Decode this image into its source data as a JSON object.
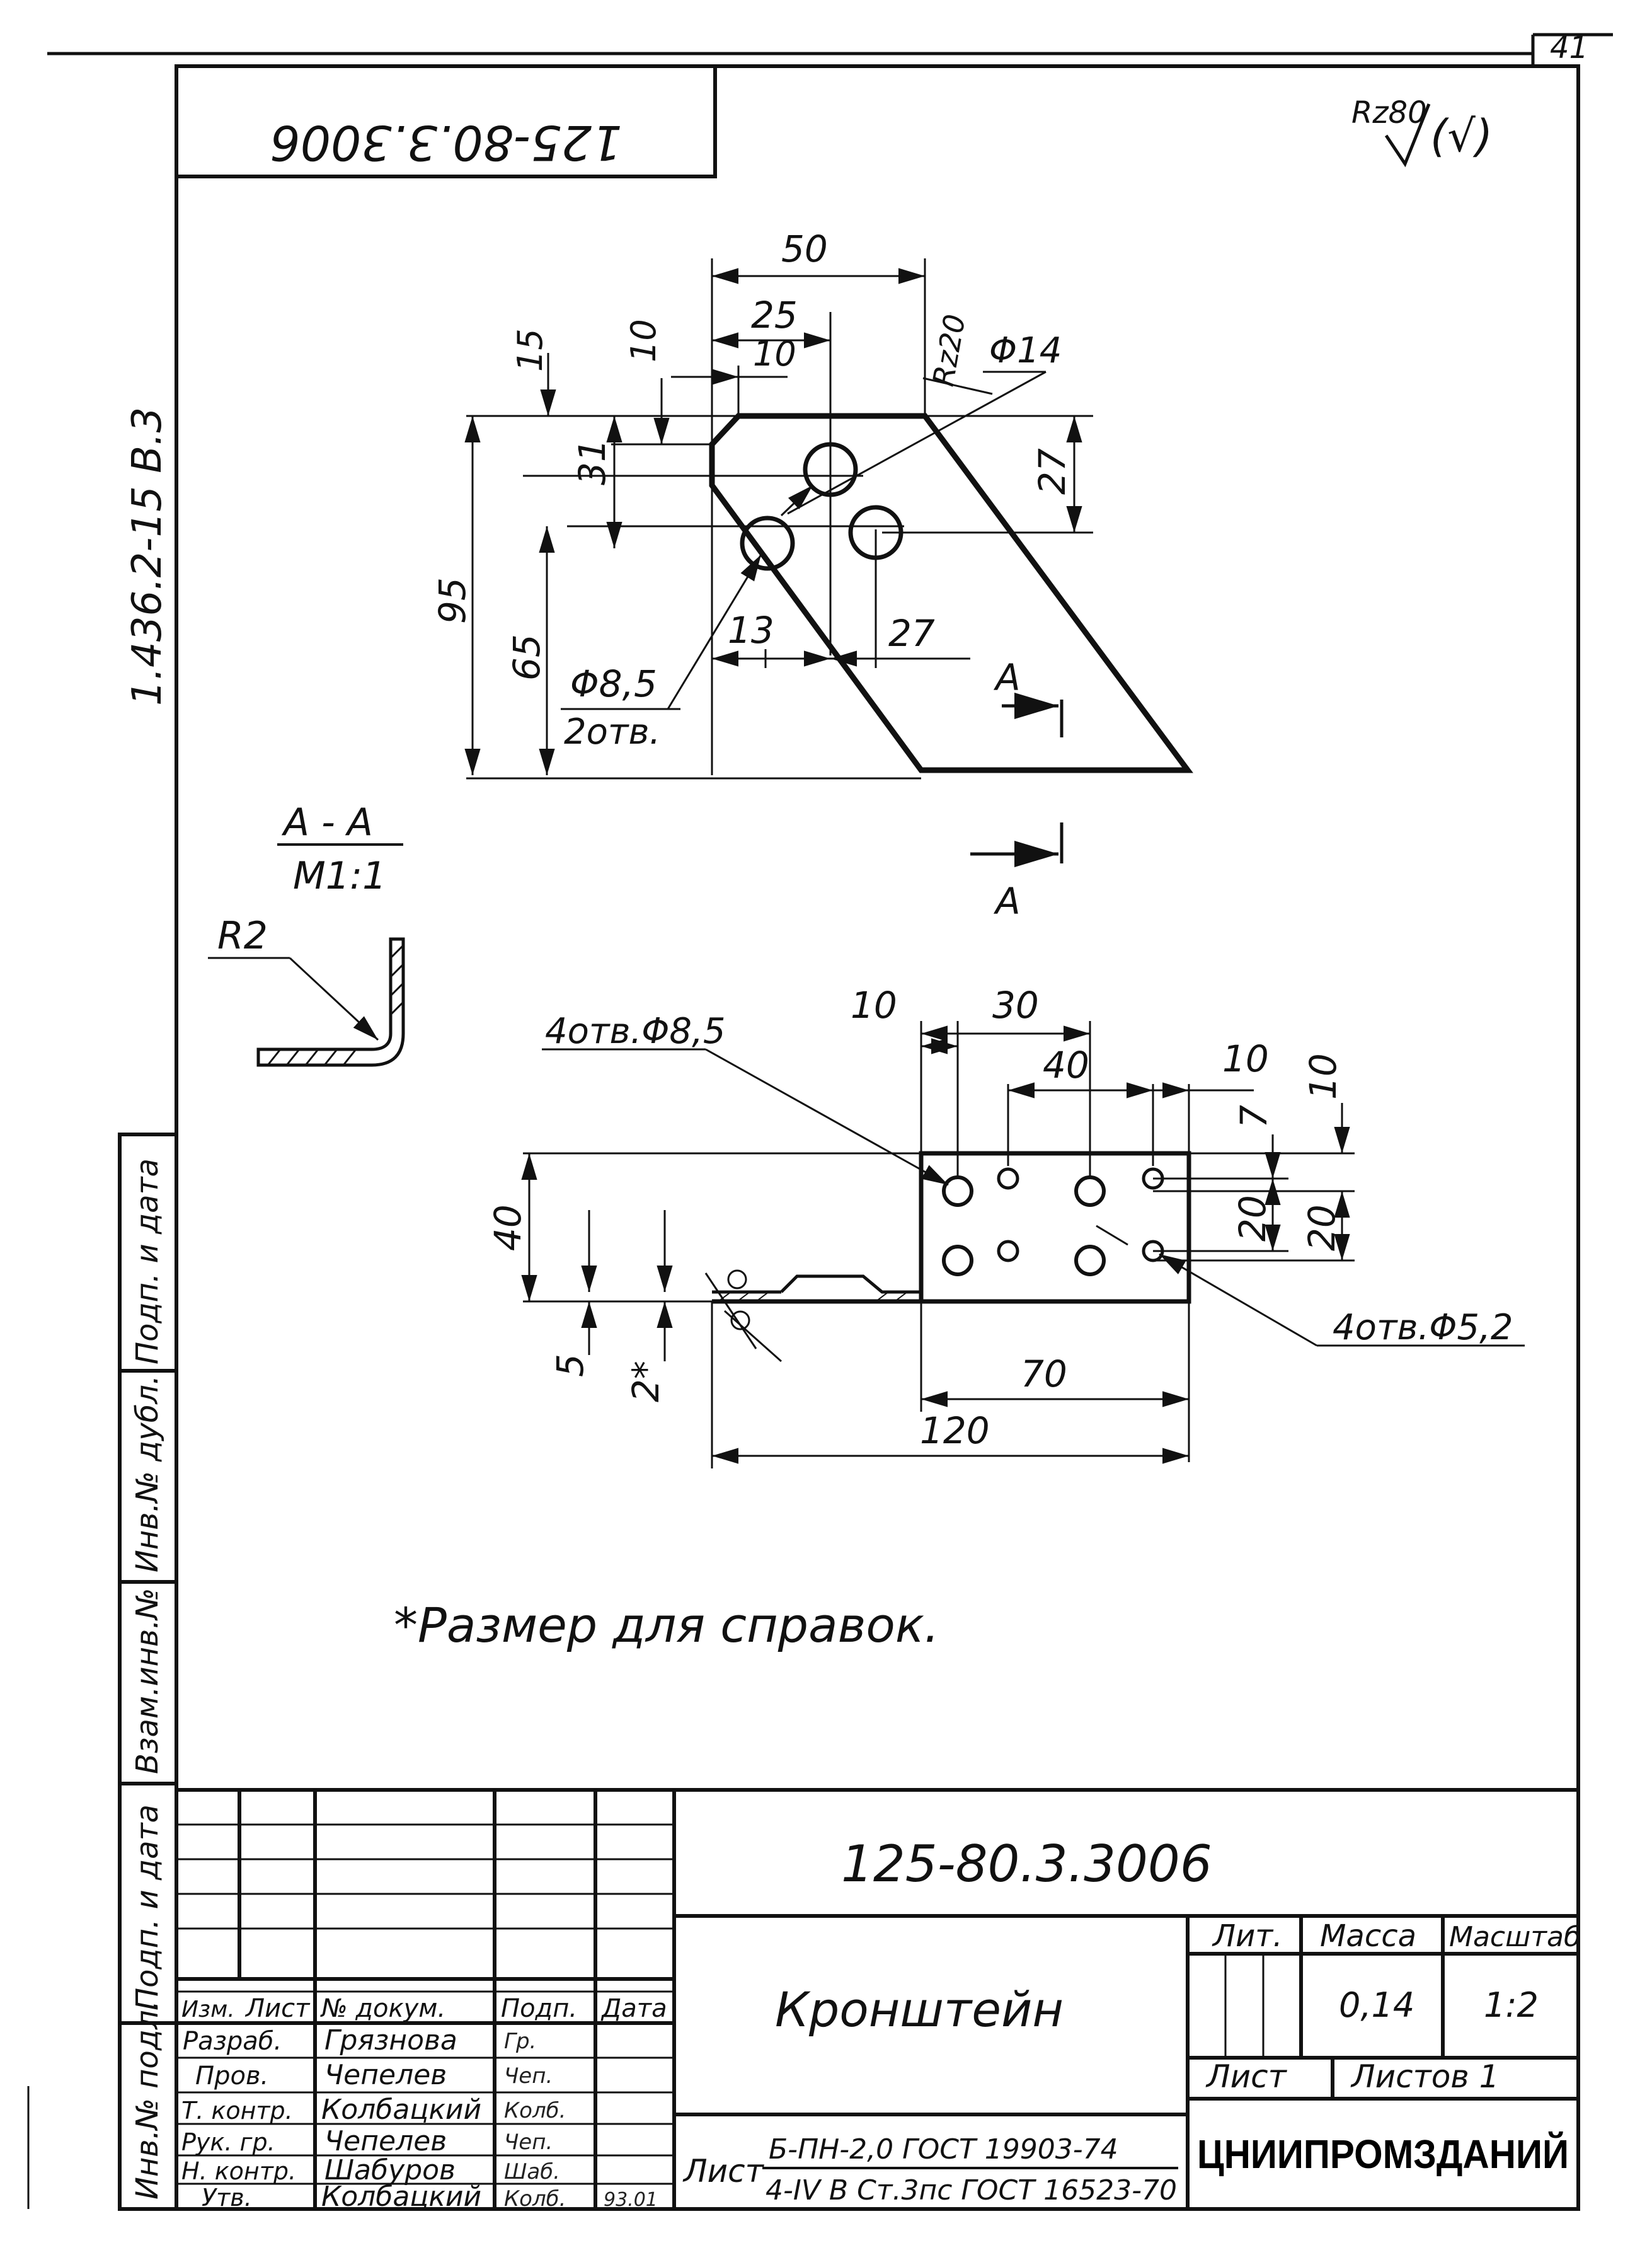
{
  "sheet_corner": "41",
  "top_stamp": "125-80.3.3006",
  "roughness": {
    "general": "Rz80",
    "bracket": "(√)",
    "edge": "Rz20"
  },
  "side_code": "1.436.2-15   В.3",
  "view_main": {
    "dims": {
      "d50": "50",
      "d25": "25",
      "d10a": "10",
      "d10b": "10",
      "d15": "15",
      "d31": "31",
      "d27v": "27",
      "d95": "95",
      "d65": "65",
      "d13": "13",
      "d27h": "27"
    },
    "phi14": "Φ14",
    "phi85_2": "Φ8,5",
    "phi85_2_count": "2отв.",
    "cut_mark": "A"
  },
  "section_aa": {
    "title": "A - A",
    "scale": "M1:1",
    "radius": "R2"
  },
  "view_plan": {
    "holes_85": "4отв.Φ8,5",
    "holes_52": "4отв.Φ5,2",
    "dims": {
      "d10a": "10",
      "d30": "30",
      "d40": "40",
      "d10b": "10",
      "d10c": "10",
      "d7": "7",
      "d20a": "20",
      "d20b": "20",
      "d40v": "40",
      "d5": "5",
      "d2": "2*",
      "d70": "70",
      "d120": "120"
    }
  },
  "note": "*Размер для справок.",
  "title_block": {
    "designation": "125-80.3.3006",
    "name": "Кронштейн",
    "headers": {
      "izm": "Изм.",
      "list": "Лист",
      "doc": "№ докум.",
      "podp": "Подп.",
      "date": "Дата"
    },
    "roles": [
      "Разраб.",
      "Пров.",
      "Т. контр.",
      "Рук. гр.",
      "Н. контр.",
      "Утв."
    ],
    "names": [
      "Грязнова",
      "Чепелев",
      "Колбацкий",
      "Чепелев",
      "Шабуров",
      "Колбацкий"
    ],
    "signatures": [
      "Гр.",
      "Чеп.",
      "Колб.",
      "Чеп.",
      "Шаб.",
      "Колб."
    ],
    "sign_date": "93.01",
    "lit_label": "Лит.",
    "mass_label": "Масса",
    "scale_label": "Масштаб",
    "mass": "0,14",
    "scale": "1:2",
    "sheet_label": "Лист",
    "sheets_label": "Листов 1",
    "material_prefix": "Лист",
    "material_top": "Б-ПН-2,0 ГОСТ 19903-74",
    "material_bottom": "4-IV В Ст.3пс ГОСТ 16523-70",
    "org": "ЦНИИПРОМЗДАНИЙ"
  },
  "side_strip": [
    "Инв.№ подл.",
    "Подп. и дата",
    "Взам.инв.№",
    "Инв.№ дубл.",
    "Подп. и дата"
  ]
}
